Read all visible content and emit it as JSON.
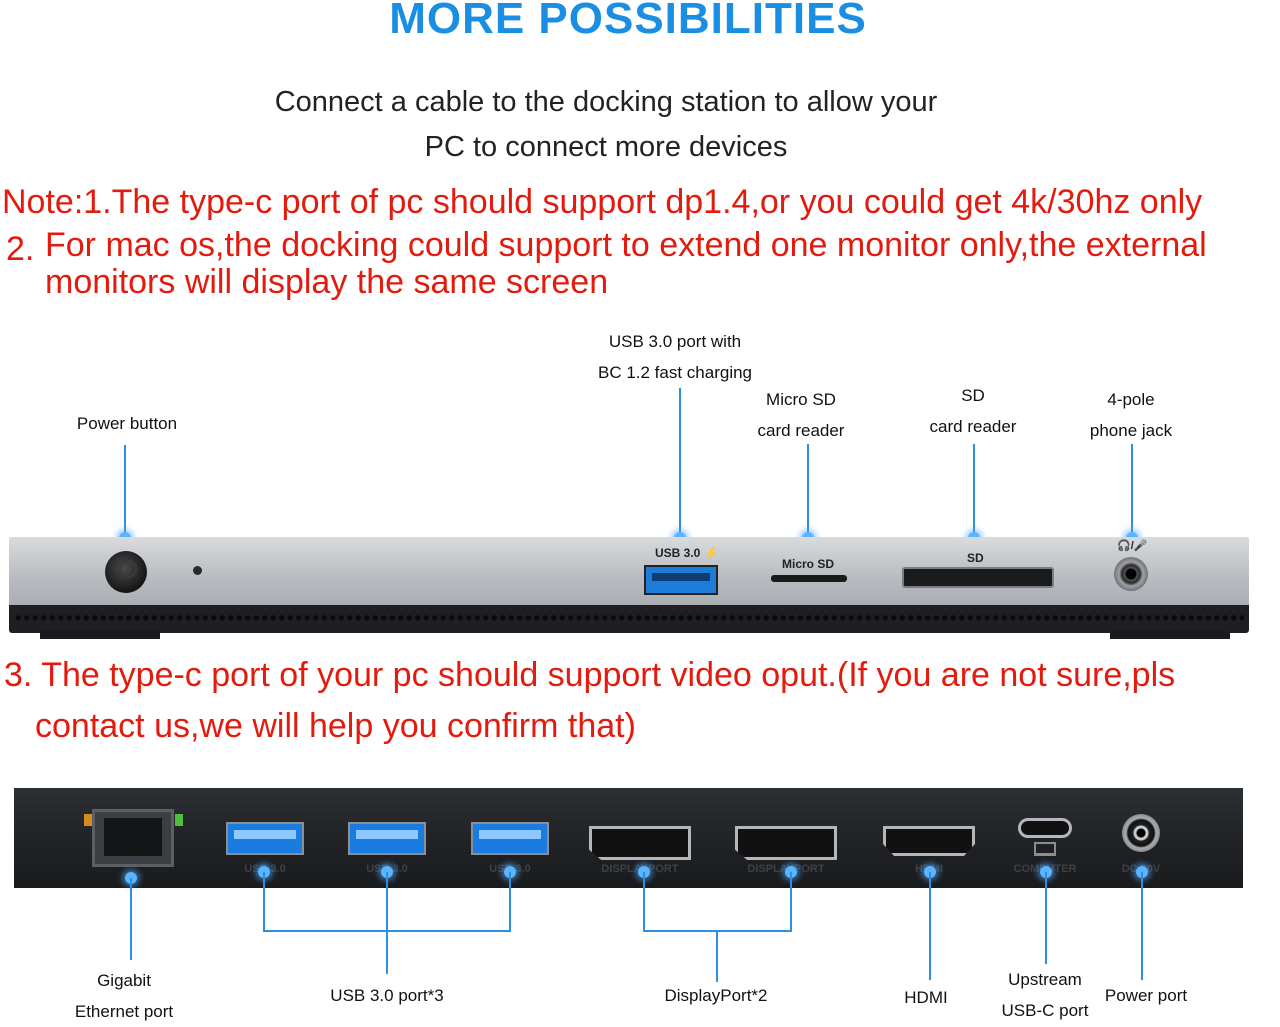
{
  "header": {
    "title": "MORE POSSIBILITIES",
    "intro_line1": "Connect a cable to the docking station to allow your",
    "intro_line2": "PC to connect more devices"
  },
  "notes": {
    "note1": "Note:1.The type-c port of pc should support dp1.4,or you could get 4k/30hz only",
    "note2_number": "2.",
    "note2_line1": "For mac os,the docking could support to extend one monitor only,the external",
    "note2_line2": "monitors will display the same screen",
    "note3_line1": "3. The type-c port of your pc should support video oput.(If you are not sure,pls",
    "note3_line2": "contact us,we will help you confirm that)"
  },
  "front_labels": {
    "power_button": "Power button",
    "usb_line1": "USB 3.0 port with",
    "usb_line2": "BC 1.2 fast charging",
    "microsd_line1": "Micro SD",
    "microsd_line2": "card reader",
    "sd_line1": "SD",
    "sd_line2": "card reader",
    "jack_line1": "4-pole",
    "jack_line2": "phone jack"
  },
  "front_port_text": {
    "usb": "USB 3.0 ⚡",
    "microsd": "Micro SD",
    "sd": "SD",
    "jack": "🎧/🎤"
  },
  "rear_port_text": {
    "usb1": "USB 3.0",
    "usb2": "USB 3.0",
    "usb3": "USB 3.0",
    "dp1": "DISPLAYPORT",
    "dp2": "DISPLAYPORT",
    "hdmi": "HDMI",
    "computer": "COMPUTER",
    "dc": "DC 20V"
  },
  "rear_labels": {
    "ethernet_line1": "Gigabit",
    "ethernet_line2": "Ethernet port",
    "usb": "USB 3.0 port*3",
    "displayport": "DisplayPort*2",
    "hdmi": "HDMI",
    "upstream_line1": "Upstream",
    "upstream_line2": "USB-C port",
    "power_port": "Power port"
  },
  "colors": {
    "title": "#1a8ee3",
    "note": "#e31b0e",
    "callout_line": "#2e8fe0",
    "usb_port": "#1a7be0"
  }
}
